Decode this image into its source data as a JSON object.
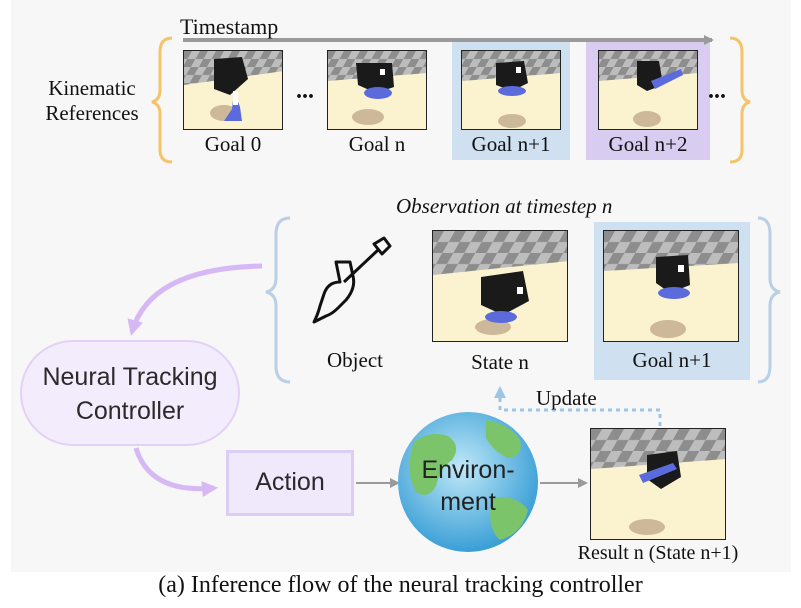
{
  "timeline": {
    "label": "Timestamp"
  },
  "references": {
    "label_line1": "Kinematic",
    "label_line2": "References",
    "goals": [
      "Goal 0",
      "Goal n",
      "Goal n+1",
      "Goal n+2"
    ],
    "ellipsis": "..."
  },
  "observation": {
    "title": "Observation at timestep n",
    "object_label": "Object",
    "state_label": "State n",
    "goal_label": "Goal n+1"
  },
  "controller": {
    "line1": "Neural Tracking",
    "line2": "Controller"
  },
  "action": {
    "label": "Action"
  },
  "environment": {
    "line1": "Environ-",
    "line2": "ment"
  },
  "update": {
    "label": "Update"
  },
  "result": {
    "label": "Result n (State n+1)"
  },
  "caption": "(a) Inference flow of the neural tracking controller",
  "colors": {
    "bracket_orange": "#f5c36a",
    "bracket_blue": "#b9cfe6",
    "highlight_blue": "#cfe0f0",
    "highlight_purple": "#d8cdf1",
    "controller_fill": "#f3ecfc",
    "arrow_purple": "#d6b8f4",
    "update_dotted": "#9cc6e8",
    "tool_blue": "#5b6bdc"
  }
}
